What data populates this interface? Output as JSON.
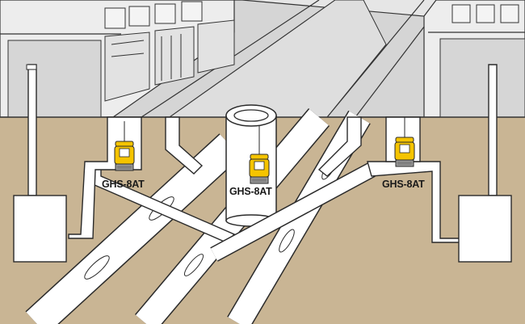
{
  "diagram": {
    "labels": {
      "left_sensor": "GHS-8AT",
      "center_sensor": "GHS-8AT",
      "right_sensor": "GHS-8AT"
    },
    "colors": {
      "soil": "#c9b594",
      "street": "#d7d7d7",
      "building": "#ededed",
      "pipe_fill": "#ffffff",
      "outline": "#2a2a2a",
      "sensor_yellow": "#f5c400",
      "sensor_grey": "#9a9a9a"
    },
    "icons": [
      "gas-sensor-icon",
      "manhole-shaft",
      "sewer-pipe",
      "drain-trap"
    ]
  }
}
